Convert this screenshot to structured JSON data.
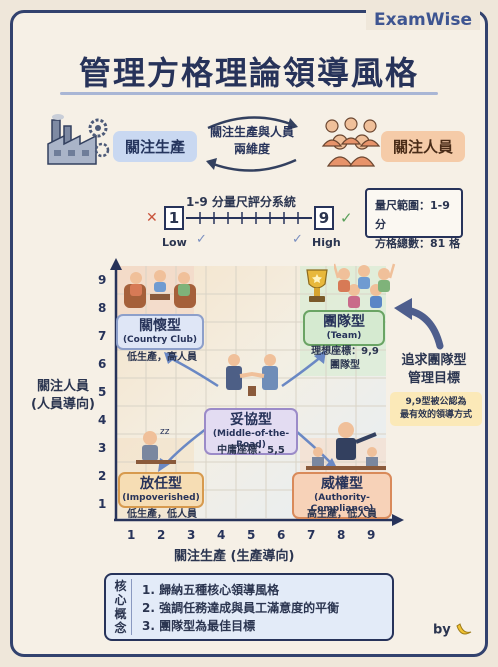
{
  "brand": "ExamWise",
  "title": "管理方格理論領導風格",
  "dimensions": {
    "left_pill": "關注生產",
    "right_pill": "關注人員",
    "center_note": "關注生產與人員兩維度"
  },
  "scale": {
    "title": "1-9 分量尺評分系統",
    "low_value": "1",
    "high_value": "9",
    "low_label": "Low",
    "high_label": "High",
    "info_range": "量尺範圍：1-9 分",
    "info_total": "方格總數：81 格"
  },
  "axes": {
    "y_label_line1": "關注人員",
    "y_label_line2": "(人員導向)",
    "x_label": "關注生產 (生產導向)",
    "y_ticks": [
      "1",
      "2",
      "3",
      "4",
      "5",
      "6",
      "7",
      "8",
      "9"
    ],
    "x_ticks": [
      "1",
      "2",
      "3",
      "4",
      "5",
      "6",
      "7",
      "8",
      "9"
    ]
  },
  "styles": {
    "country_club": {
      "name": "關懷型",
      "sub": "(Country Club)",
      "desc": "低生產，高人員"
    },
    "team": {
      "name": "團隊型",
      "sub": "(Team)",
      "desc1": "理想座標：9,9",
      "desc2": "團隊型"
    },
    "middle": {
      "name": "妥協型",
      "sub": "(Middle-of-the-Road)",
      "desc": "中庸座標：5,5"
    },
    "impoverished": {
      "name": "放任型",
      "sub": "(Impoverished)",
      "desc": "低生產，低人員"
    },
    "authority": {
      "name": "威權型",
      "sub": "(Authority-Compliance)",
      "desc": "高生產，低人員"
    }
  },
  "goal": {
    "title_line1": "追求團隊型",
    "title_line2": "管理目標",
    "note_line1": "9,9型被公認為",
    "note_line2": "最有效的領導方式"
  },
  "concept": {
    "tag": "核心概念",
    "items": [
      "1. 歸納五種核心領導風格",
      "2. 強調任務達成與員工滿意度的平衡",
      "3. 團隊型為最佳目標"
    ]
  },
  "signature": "by"
}
